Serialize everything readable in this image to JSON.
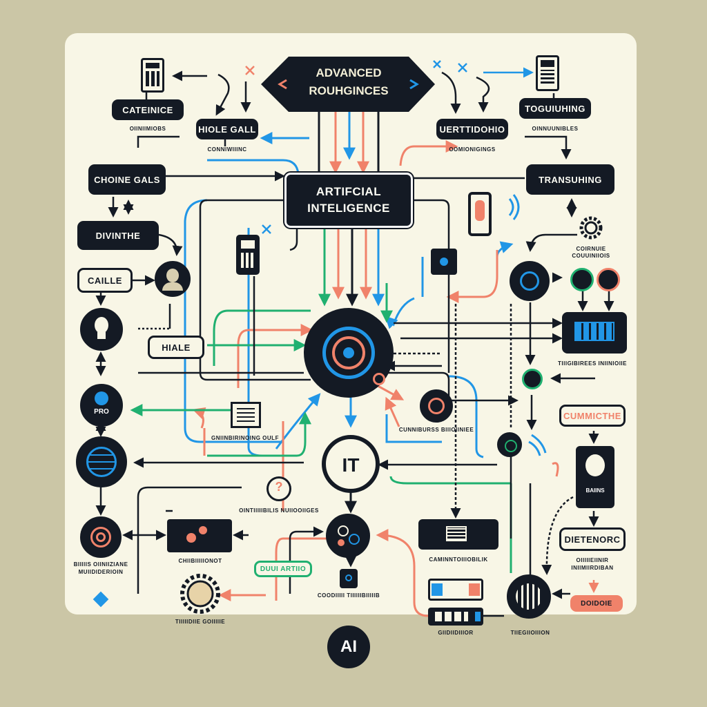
{
  "title": {
    "line1": "ADVANCED",
    "line2": "ROUHGINCES"
  },
  "core": {
    "line1": "ARTIFCIAL",
    "line2": "INTELIGENCE"
  },
  "hub_it": "IT",
  "footer_ai": "AI",
  "labels": {
    "top_left_box": "CATEINICE",
    "top_left_sub": "OIINIIMIOBS",
    "mid_left_box": "HIOLE GALL",
    "mid_left_sub": "CONNIWIIINC",
    "top_right_box": "TOGUIUHING",
    "top_right_sub": "OINNUUNIBLES",
    "mid_right_box": "UERTTIDOHIO",
    "mid_right_sub": "OOMIONIGINGS",
    "chome_box": "CHOINE GALS",
    "trans_box": "TRANSUHING",
    "divine_box": "DIVINTHE",
    "caille_box": "CAILLE",
    "hiale_box": "HIALE",
    "pro_label": "PRO",
    "gear_sub": "COIRNUIE COUUINIIOIS",
    "panel_sub": "TIIIGIBIREES INIINIOIIE",
    "connective_box": "CUMMICTHE",
    "screen_sub": "GNIINBIRINOING OULF",
    "mid_center_sub": "CUNNIBURSS BIIIOIINIEE",
    "question_sub": "OINTIIIIIBILIS NUIIOOIIGES",
    "device_sub": "CAMINNTOIIIOBILIK",
    "card_sub": "BAIINS",
    "diagnostics_box": "DIETENORC",
    "diagnostics_sub": "OIIIIIEIINIR INIIMIIRDIBAN",
    "orange_sub": "CHIIBIIIIIONOT",
    "orange_side_sub": "BIIIIIS OIINIIZIANE MUIIDIDERIOIN",
    "green_tag": "DUUI ARTIIO",
    "dot_sub": "COODIIIII TIIIIIIBIIIIIB",
    "gear_bottom_sub": "TIIIIIDIIE GOIIIIIE",
    "bottom_right_sub": "GIIDIIDIIIOR",
    "bottom_far_right_sub": "TIIEGIIOIIION",
    "red_tag": "DOIDOIE"
  },
  "colors": {
    "dark": "#141a24",
    "blue": "#2196e6",
    "orange": "#f0826a",
    "green": "#20b070",
    "panel": "#f8f6e6",
    "background": "#cbc6a6"
  }
}
